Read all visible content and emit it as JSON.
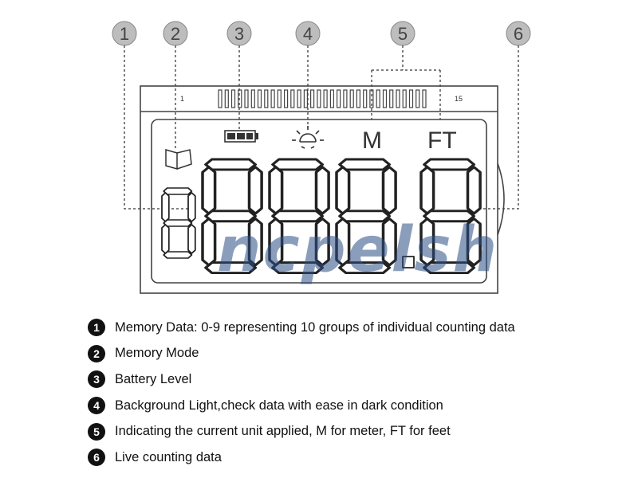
{
  "diagram": {
    "callouts": [
      "1",
      "2",
      "3",
      "4",
      "5",
      "6"
    ],
    "bar_scale": {
      "start": "1",
      "end": "15"
    },
    "units": {
      "meter": "M",
      "feet": "FT"
    },
    "memory_digit": "8",
    "main_digits": "888.8",
    "watermark": "ncpelsh"
  },
  "legend": [
    {
      "num": "1",
      "text": "Memory Data: 0-9 representing 10 groups of individual counting data"
    },
    {
      "num": "2",
      "text": "Memory Mode"
    },
    {
      "num": "3",
      "text": "Battery Level"
    },
    {
      "num": "4",
      "text": "Background Light,check data with ease in dark condition"
    },
    {
      "num": "5",
      "text": "Indicating the current unit applied, M for meter, FT for feet"
    },
    {
      "num": "6",
      "text": "Live counting data"
    }
  ]
}
